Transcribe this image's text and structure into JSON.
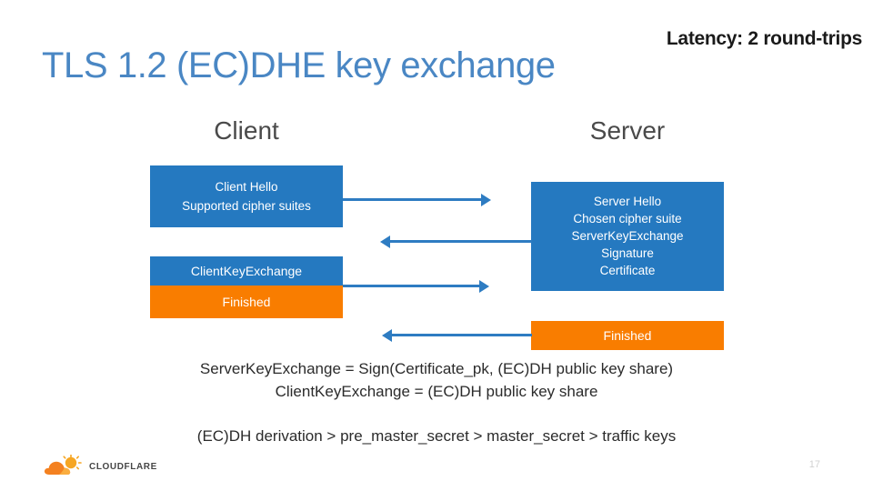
{
  "slide": {
    "title": "TLS 1.2 (EC)DHE key exchange",
    "latency_note": "Latency: 2 round-trips",
    "page_number": "17",
    "colors": {
      "title_blue": "#4a87c4",
      "box_blue": "#2579c0",
      "box_orange": "#f97d00",
      "arrow_blue": "#2e7cc2",
      "heading_gray": "#4a4a4a",
      "body_text": "#2b2b2b",
      "page_number_gray": "#d2d2d2"
    }
  },
  "columns": {
    "client_heading": "Client",
    "server_heading": "Server"
  },
  "messages": {
    "client_hello": {
      "lines": [
        "Client Hello",
        "Supported cipher suites"
      ],
      "color": "blue"
    },
    "server_hello": {
      "lines": [
        "Server Hello",
        "Chosen cipher suite",
        "ServerKeyExchange",
        "Signature",
        "Certificate"
      ],
      "color": "blue"
    },
    "client_key_exchange": {
      "label": "ClientKeyExchange",
      "color": "blue"
    },
    "client_finished": {
      "label": "Finished",
      "color": "orange"
    },
    "server_finished": {
      "label": "Finished",
      "color": "orange"
    }
  },
  "arrows": [
    {
      "name": "client-hello-to-server",
      "direction": "right"
    },
    {
      "name": "server-hello-to-client",
      "direction": "left"
    },
    {
      "name": "client-keyexchange-to-server",
      "direction": "right"
    },
    {
      "name": "server-finished-to-client",
      "direction": "left"
    }
  ],
  "notes": {
    "server_key_exchange": "ServerKeyExchange = Sign(Certificate_pk, (EC)DH public key share)",
    "client_key_exchange": "ClientKeyExchange = (EC)DH public key share",
    "derivation": "(EC)DH derivation > pre_master_secret > master_secret > traffic keys"
  },
  "footer": {
    "brand": "CLOUDFLARE",
    "logo_icon": "cloudflare-cloud-sun-icon"
  }
}
